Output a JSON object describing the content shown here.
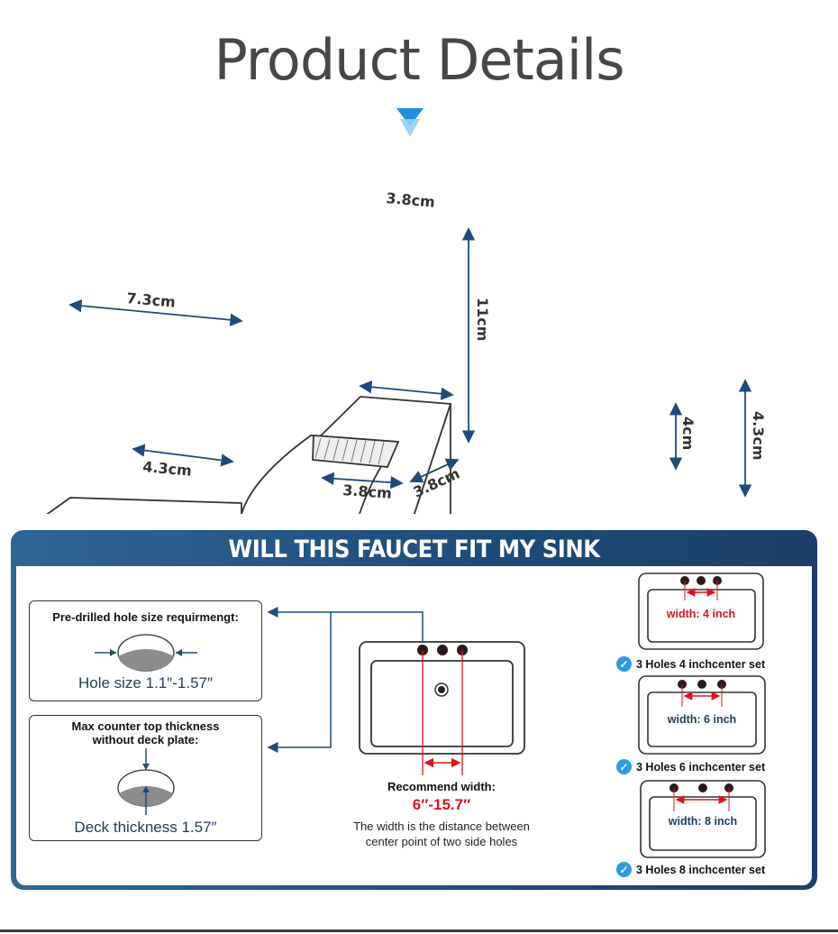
{
  "title": "Product Details",
  "dimensions": {
    "spout_top": "3.8cm",
    "spout_height": "11cm",
    "spout_base_front": "3.8cm",
    "spout_base_side": "3.8cm",
    "left_handle_length": "7.3cm",
    "left_handle_base": "4.3cm",
    "right_handle_height": "4cm",
    "right_handle_total": "4.3cm"
  },
  "fit": {
    "heading": "WILL THIS FAUCET FIT MY SINK",
    "hole": {
      "label": "Pre-drilled hole size requirmengt:",
      "value": "Hole size 1.1″-1.57″"
    },
    "deck": {
      "label_line1": "Max counter top thickness",
      "label_line2": "without deck plate:",
      "value": "Deck thickness 1.57″"
    },
    "recommend": {
      "label": "Recommend width:",
      "value": "6″-15.7″",
      "note_line1": "The width is the distance between",
      "note_line2": "center point of two side holes"
    },
    "options": [
      {
        "width": "width: 4 inch",
        "caption": "3 Holes 4 inchcenter set",
        "color": "#e0131b"
      },
      {
        "width": "width: 6 inch",
        "caption": "3 Holes 6 inchcenter set",
        "color": "#1d3d5c"
      },
      {
        "width": "width: 8 inch",
        "caption": "3 Holes 8 inchcenter set",
        "color": "#1d3d5c"
      }
    ]
  },
  "colors": {
    "accent": "#2c9be6",
    "panel": "#245487",
    "red": "#e0131b"
  }
}
